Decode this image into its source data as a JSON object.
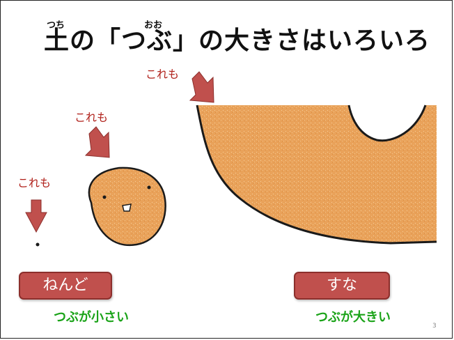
{
  "slide": {
    "title": "土の「つぶ」の大きさはいろいろ",
    "ruby_tsuchi": "つち",
    "ruby_ooki": "おお",
    "this_too_labels": [
      "これも",
      "これも",
      "これも"
    ],
    "clay_button": "ねんど",
    "sand_button": "すな",
    "clay_caption": "つぶが小さい",
    "sand_caption": "つぶが大きい",
    "page_number": "3"
  },
  "colors": {
    "grain_orange": "#e9a25a",
    "arrow_red": "#c0504d",
    "caption_green": "#1aa318",
    "label_red": "#b0201a"
  }
}
